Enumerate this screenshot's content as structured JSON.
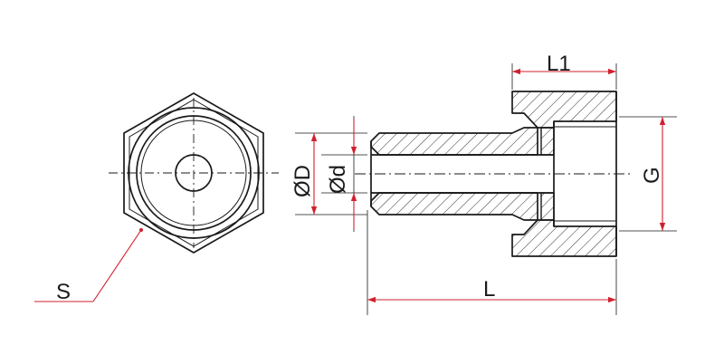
{
  "drawing": {
    "labels": {
      "S": "S",
      "L": "L",
      "L1": "L1",
      "G": "G",
      "OD": "ØD",
      "Od": "Ød"
    },
    "colors": {
      "outline": "#1a1a1a",
      "dimension": "#d1202f",
      "hatch": "#1a1a1a",
      "background": "#ffffff"
    }
  }
}
